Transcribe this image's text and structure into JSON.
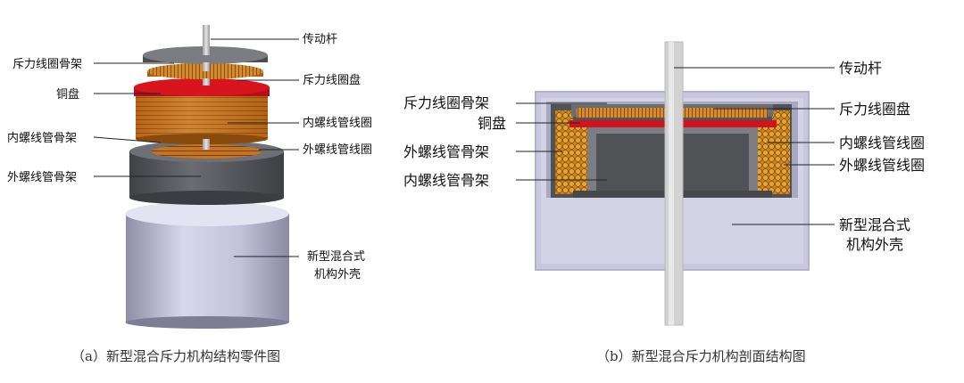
{
  "figure_a": {
    "caption": "（a）新型混合斥力机构结构零件图",
    "labels": {
      "drive_rod": "传动杆",
      "repulsion_coil_frame": "斥力线圈骨架",
      "repulsion_coil_disk": "斥力线圈盘",
      "copper_disk": "铜盘",
      "inner_solenoid_coil": "内螺线管线圈",
      "inner_solenoid_frame": "内螺线管骨架",
      "outer_solenoid_coil": "外螺线管线圈",
      "outer_solenoid_frame": "外螺线管骨架",
      "housing_line1": "新型混合式",
      "housing_line2": "机构外壳"
    }
  },
  "figure_b": {
    "caption": "（b）新型混合斥力机构剖面结构图",
    "labels": {
      "drive_rod": "传动杆",
      "repulsion_coil_frame": "斥力线圈骨架",
      "repulsion_coil_disk": "斥力线圈盘",
      "copper_disk": "铜盘",
      "inner_solenoid_coil": "内螺线管线圈",
      "inner_solenoid_frame": "内螺线管骨架",
      "outer_solenoid_coil": "外螺线管线圈",
      "housing_line1": "新型混合式",
      "housing_line2": "机构外壳"
    }
  },
  "colors": {
    "copper_coil": "#c8761e",
    "copper_disk_red": "#d0141e",
    "dark_frame": "#55575c",
    "housing": "#c9c8dc",
    "rod": "#c8c8c8"
  }
}
